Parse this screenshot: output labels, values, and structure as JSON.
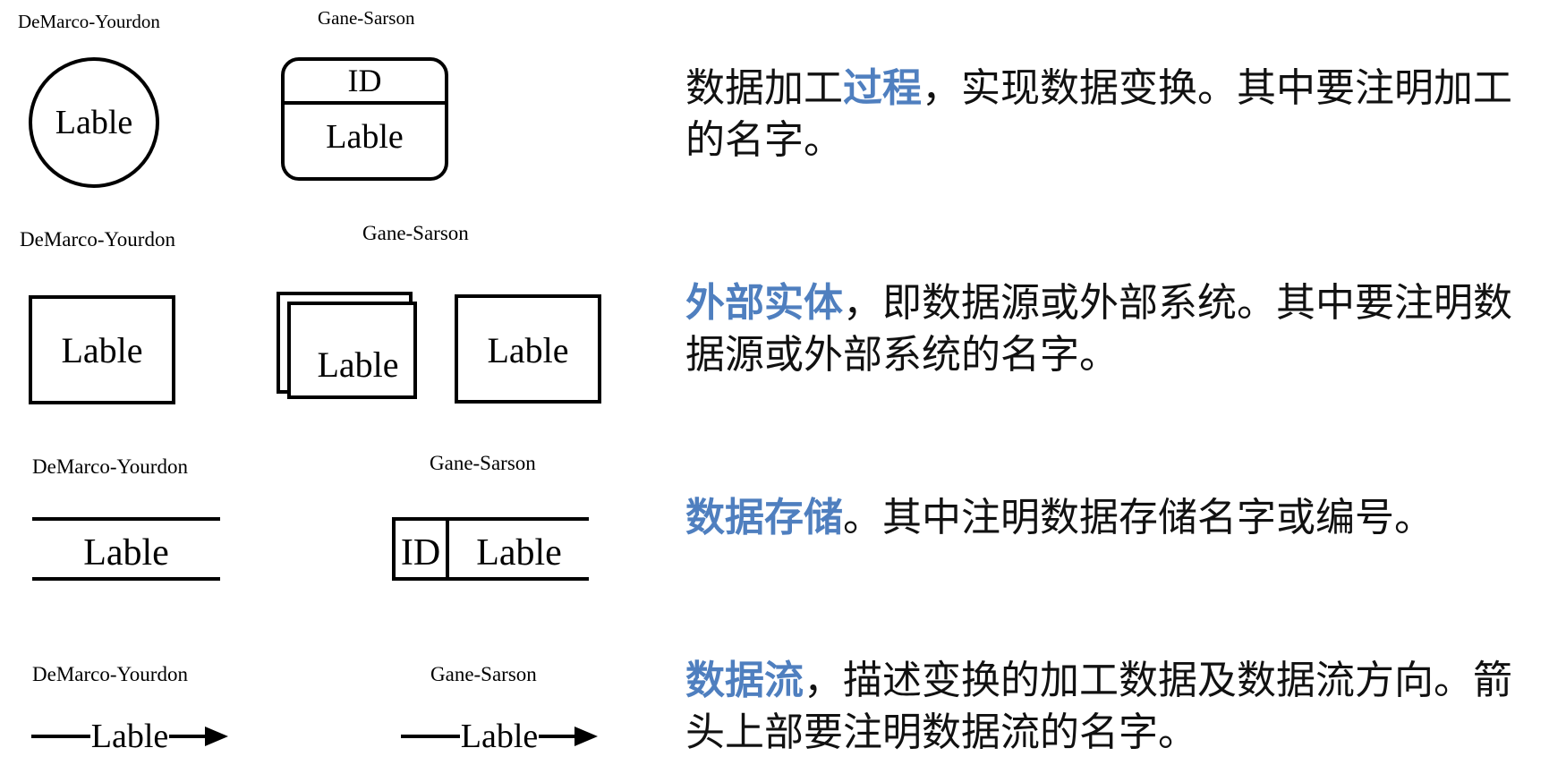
{
  "colors": {
    "highlight": "#4f7fbf",
    "text": "#111111",
    "stroke": "#000000"
  },
  "rows": [
    {
      "left_caption": "DeMarco-Yourdon",
      "right_caption": "Gane-Sarson",
      "left_label": "Lable",
      "right_id": "ID",
      "right_label": "Lable",
      "desc_highlight": "过程",
      "desc_prefix": "数据加工",
      "desc_rest": "，实现数据变换。其中要注明加工的名字。"
    },
    {
      "left_caption": "DeMarco-Yourdon",
      "right_caption": "Gane-Sarson",
      "left_label": "Lable",
      "right_label_a": "Lable",
      "right_label_b": "Lable",
      "desc_highlight": "外部实体",
      "desc_rest": "，即数据源或外部系统。其中要注明数据源或外部系统的名字。"
    },
    {
      "left_caption": "DeMarco-Yourdon",
      "right_caption": "Gane-Sarson",
      "left_label": "Lable",
      "right_id": "ID",
      "right_label": "Lable",
      "desc_highlight": "数据存储",
      "desc_rest": "。其中注明数据存储名字或编号。"
    },
    {
      "left_caption": "DeMarco-Yourdon",
      "right_caption": "Gane-Sarson",
      "left_label": "Lable",
      "right_label": "Lable",
      "desc_highlight": "数据流",
      "desc_rest": "，描述变换的加工数据及数据流方向。箭头上部要注明数据流的名字。"
    }
  ]
}
